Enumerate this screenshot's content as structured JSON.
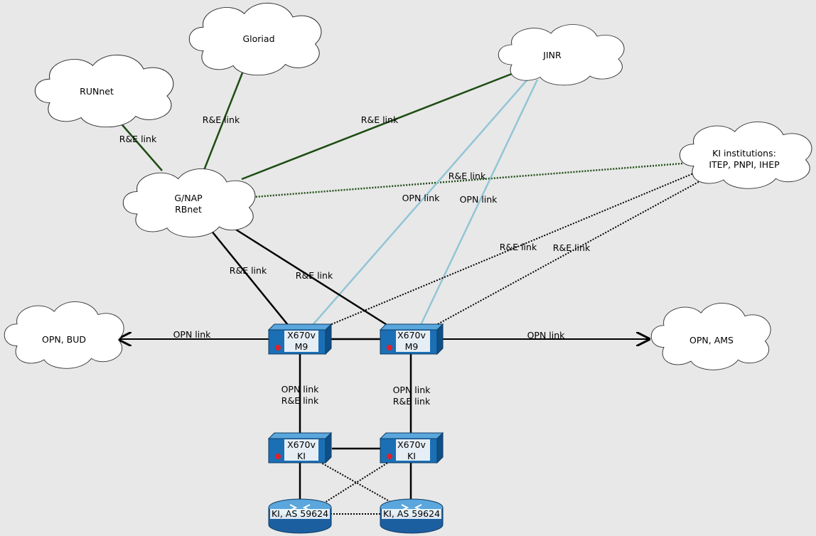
{
  "clouds": {
    "gloriad": {
      "label": "Gloriad"
    },
    "runnet": {
      "label": "RUNnet"
    },
    "jinr": {
      "label": "JINR"
    },
    "ki_institutions": {
      "line1": "KI institutions:",
      "line2": "ITEP, PNPI, IHEP"
    },
    "gnap": {
      "line1": "G/NAP",
      "line2": "RBnet"
    },
    "opn_bud": {
      "label": "OPN, BUD"
    },
    "opn_ams": {
      "label": "OPN, AMS"
    }
  },
  "switches": {
    "m9_left": {
      "line1": "X670v",
      "line2": "M9"
    },
    "m9_right": {
      "line1": "X670v",
      "line2": "M9"
    },
    "ki_left": {
      "line1": "X670v",
      "line2": "KI"
    },
    "ki_right": {
      "line1": "X670v",
      "line2": "KI"
    }
  },
  "routers": {
    "left": {
      "label": "KI, AS 59624"
    },
    "right": {
      "label": "KI, AS 59624"
    }
  },
  "link_labels": {
    "runnet_gnap": "R&E link",
    "gloriad_gnap": "R&E link",
    "jinr_gnap": "R&E link",
    "ki_gnap": "R&E link",
    "jinr_m9_left": "OPN link",
    "jinr_m9_right": "OPN link",
    "ki_m9_left": "R&E link",
    "ki_m9_right": "R&E link",
    "gnap_m9_left": "R&E link",
    "gnap_m9_right": "R&E link",
    "m9_bud": "OPN link",
    "m9_ams": "OPN link",
    "vertical_left_opn": "OPN link",
    "vertical_left_re": "R&E link",
    "vertical_right_opn": "OPN link",
    "vertical_right_re": "R&E link"
  },
  "colors": {
    "re_link_green": "#1e4d14",
    "opn_link_blue": "#92c5d6",
    "switch_blue": "#1b6fb5",
    "router_blue": "#1b5fa0",
    "background": "#e8e8e8"
  }
}
